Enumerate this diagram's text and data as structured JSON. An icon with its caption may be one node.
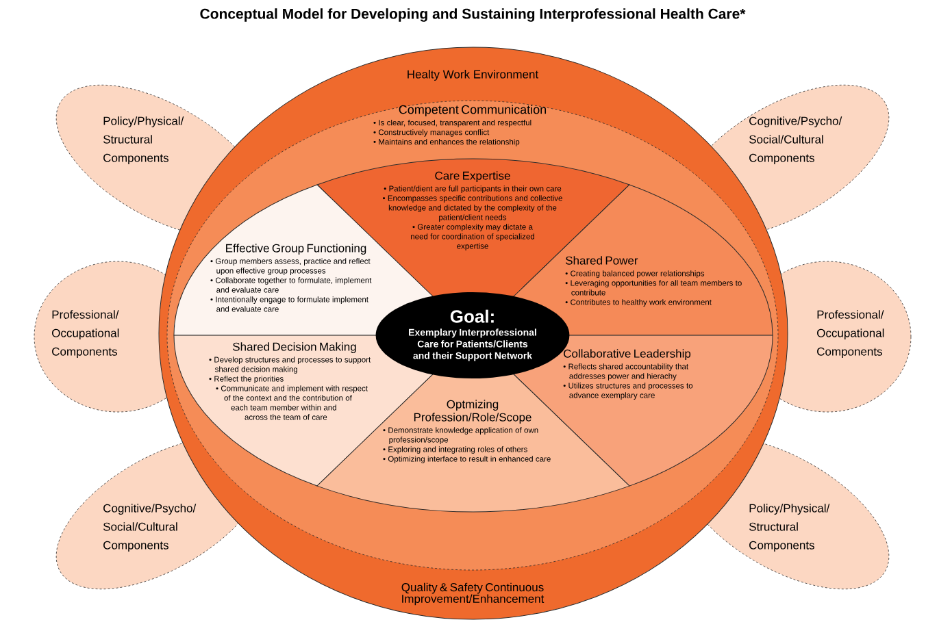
{
  "diagram": {
    "title": "Conceptual Model for Developing and Sustaining Interprofessional Health Care*",
    "nodes": [
      {
        "text": [
          "Healty Work Environment",
          "Quality & Safety Continuous Improvement/Enhancement"
        ]
      },
      {
        "text": [
          "Competent Communication",
          "• Is clear, focused, transparent and respectful",
          "• Constructively manages conflict",
          "• Maintains and enhances the relationship"
        ],
        "in": 0
      },
      {
        "text": [
          "Care Expertise",
          "• Patient/dient are full participants in their own care",
          "• Encompasses specific contributions and collective knowledge and dictated by the complexity of the patient/client needs",
          "• Greater complexity may dictate a need for coordination of specialized expertise"
        ],
        "in": 1
      },
      {
        "text": [
          "Effective Group Functioning",
          "• Group members assess, practice and reflect upon effective group processes",
          "• Collaborate together to formulate, implement and evaluate care",
          "• Intentionally engage to formulate implement and evaluate care"
        ],
        "in": 1
      },
      {
        "text": [
          "Shared Power",
          "• Creating balanced power relationships",
          "• Leveraging opportunities for all team members to contribute",
          "• Contributes to healthy work environment"
        ],
        "in": 1
      },
      {
        "text": [
          "Shared Decision Making",
          "• Develop structures and processes to support shared decision making",
          "• Reflect the priorities",
          "• Communicate and implement with respect of the context and the contribution of each team member within and across the team of care"
        ],
        "in": 1
      },
      {
        "text": [
          "Collaborative Leadership",
          "• Reflects shared accountability that addresses power and hierachy",
          "• Utilizes structures and processes to advance exemplary care"
        ],
        "in": 1
      },
      {
        "text": [
          "Optmizing Profession/Role/Scope",
          "• Demonstrate knowledge application of own profession/scope",
          "• Exploring and integrating roles of others",
          "• Optimizing interface to result in enhanced care"
        ],
        "in": 1
      },
      {
        "text": [
          "Goal:",
          "Exemplary Interprofessional Care for Patients/Clients and their Support Network"
        ],
        "in": 1
      },
      {
        "text": [
          "Policy/Physical/ Structural Components"
        ]
      },
      {
        "text": [
          "Cognitive/Psycho/ Social/Cultural Components"
        ]
      },
      {
        "text": [
          "Professional/ Occupational Components"
        ]
      },
      {
        "text": [
          "Professional/ Occupational Components"
        ]
      },
      {
        "text": [
          "Cognitive/Psycho/ Social/Cultural Components"
        ]
      },
      {
        "text": [
          "Policy/Physical/ Structural Components"
        ]
      }
    ]
  }
}
